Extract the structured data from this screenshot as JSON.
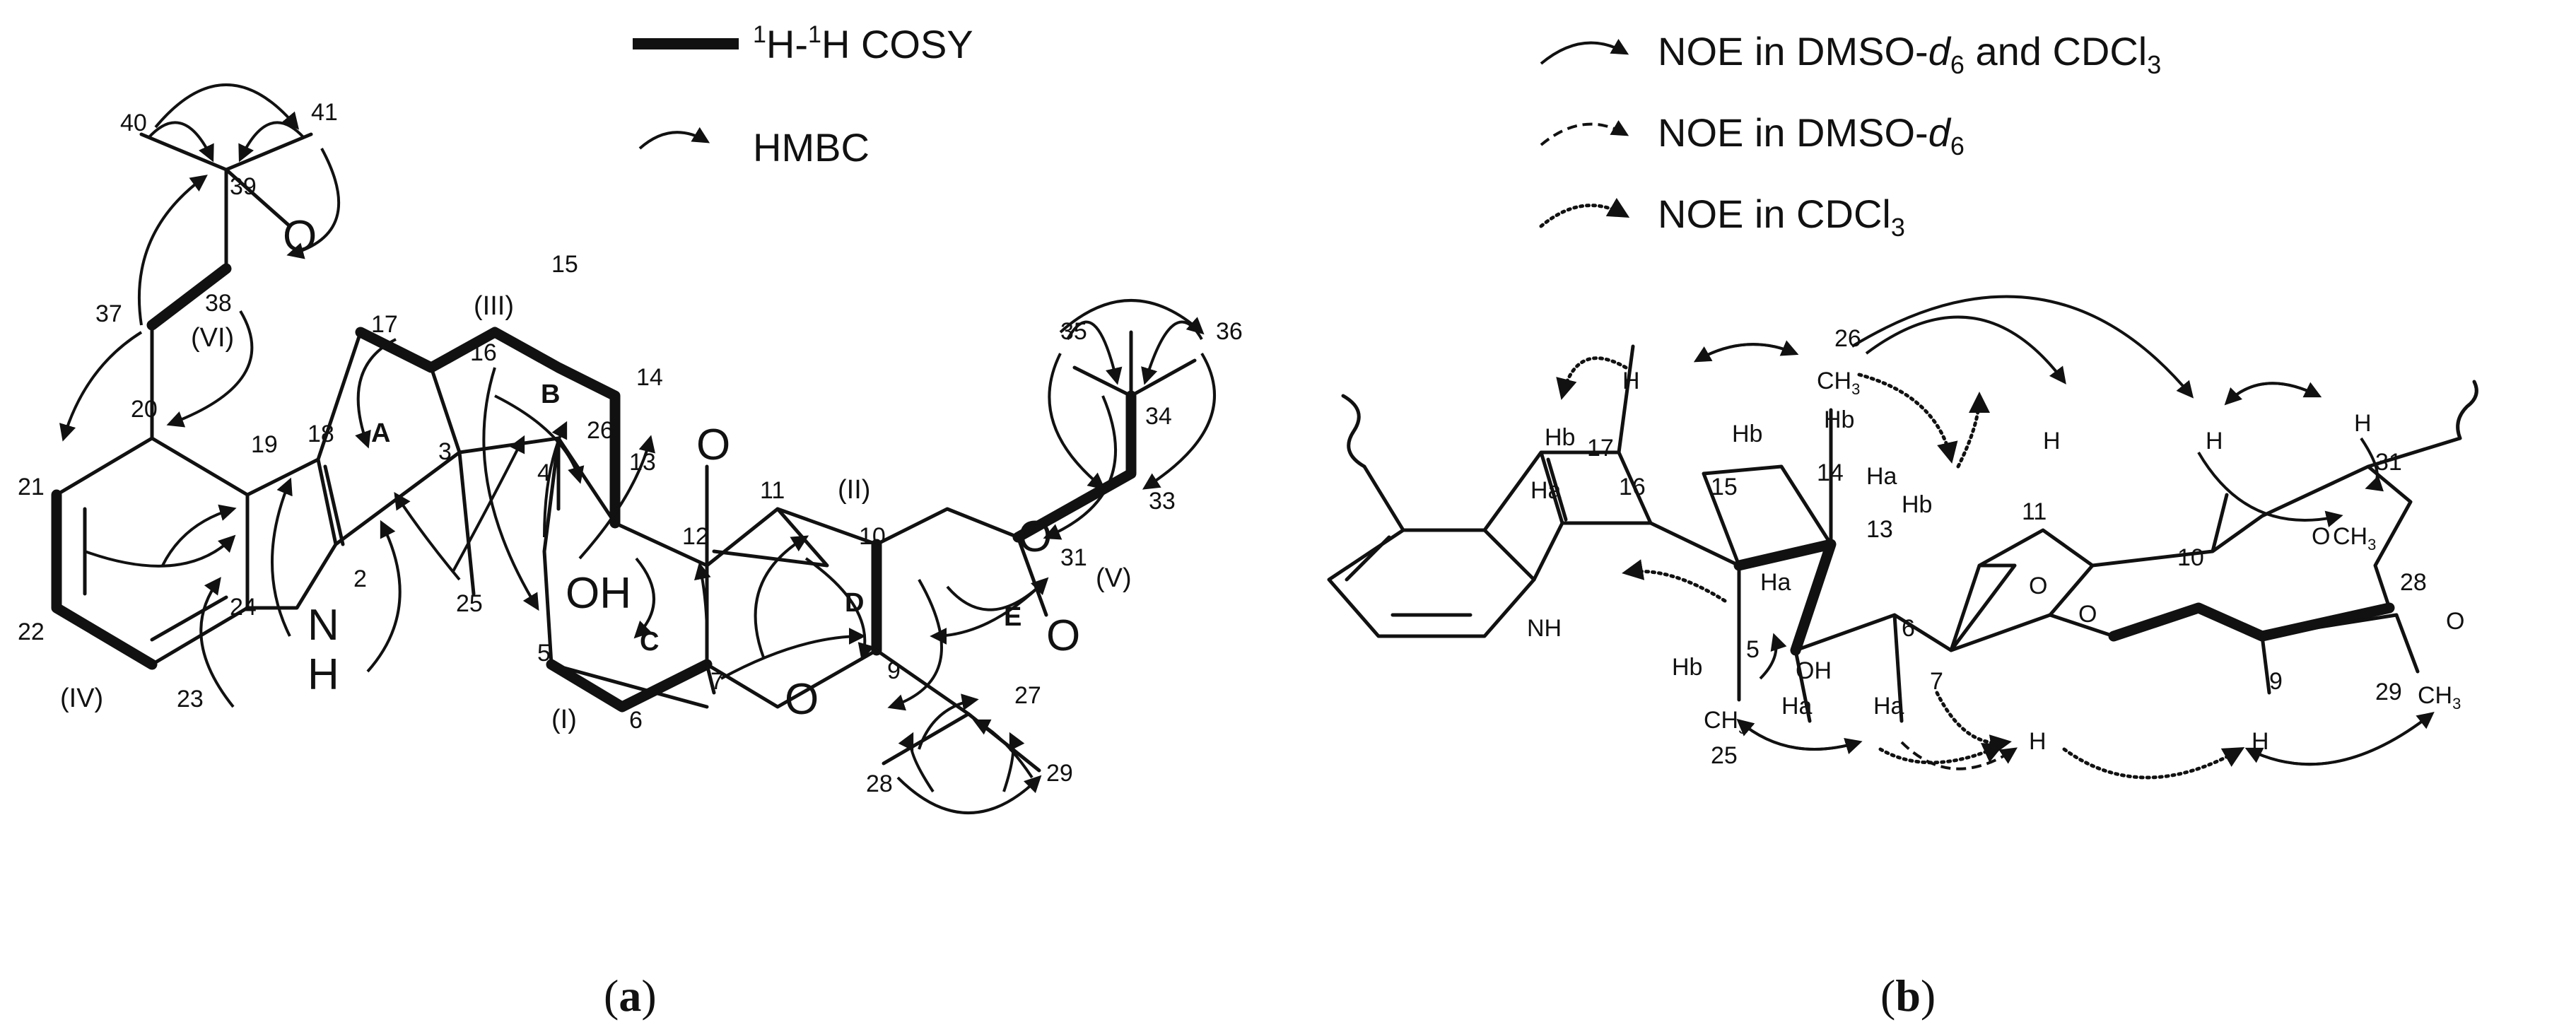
{
  "legend_a": {
    "cosy_prefix_sup": "1",
    "cosy_mid": "H-",
    "cosy_sup2": "1",
    "cosy_suffix": "H COSY",
    "hmbc": "HMBC"
  },
  "legend_b": {
    "solid_prefix": "NOE in DMSO-",
    "solid_d": "d",
    "solid_6": "6",
    "solid_mid": " and CDCl",
    "solid_3": "3",
    "dashed_prefix": "NOE in DMSO-",
    "dashed_d": "d",
    "dashed_6": "6",
    "dotted_prefix": "NOE in CDCl",
    "dotted_3": "3"
  },
  "panel_a": {
    "atoms": {
      "n40": "40",
      "n41": "41",
      "n39": "39",
      "o_epox": "O",
      "n37": "37",
      "n38": "38",
      "frag_vi": "(VI)",
      "n17": "17",
      "frag_iii": "(III)",
      "n15": "15",
      "n16": "16",
      "ring_b": "B",
      "n14": "14",
      "n20": "20",
      "n19": "19",
      "n18": "18",
      "ring_a": "A",
      "n21": "21",
      "n22": "22",
      "n24": "24",
      "n2": "2",
      "n3": "3",
      "n26": "26",
      "n4": "4",
      "n13": "13",
      "o_11": "O",
      "n11": "11",
      "frag_ii": "(II)",
      "n12": "12",
      "n10": "10",
      "ring_d": "D",
      "n25": "25",
      "oh": "OH",
      "nh_n": "N",
      "nh_h": "H",
      "frag_iv": "(IV)",
      "n23": "23",
      "n5": "5",
      "ring_c": "C",
      "n7": "7",
      "o_7": "O",
      "n9": "9",
      "frag_i": "(I)",
      "n6": "6",
      "n35": "35",
      "n36": "36",
      "n34": "34",
      "o_31": "O",
      "n31": "31",
      "n33": "33",
      "frag_v": "(V)",
      "ring_e": "E",
      "o_e": "O",
      "n27": "27",
      "n28": "28",
      "n29": "29"
    }
  },
  "panel_b": {
    "atoms": {
      "h16": "H",
      "c26": "26",
      "ch3_26": "CH",
      "ch3_26_sub": "3",
      "hb17": "Hb",
      "n17": "17",
      "ha17": "Ha",
      "n16": "16",
      "hb15": "Hb",
      "n15": "15",
      "hb14": "Hb",
      "n14": "14",
      "ha14": "Ha",
      "h_top": "H",
      "hb_13": "Hb",
      "n13": "13",
      "n11": "11",
      "o11": "O",
      "h10": "H",
      "n10": "10",
      "h31": "H",
      "n31": "31",
      "o_ring": "O",
      "ch3_31": "CH",
      "ch3_31_sub": "3",
      "n28": "28",
      "o_e": "O",
      "ch3_29": "CH",
      "ch3_29_sub": "3",
      "n29": "29",
      "nh": "NH",
      "ha15": "Ha",
      "hb5": "Hb",
      "n5": "5",
      "oh": "OH",
      "n6": "6",
      "n7": "7",
      "o7": "O",
      "n9": "9",
      "ch3_25": "CH",
      "ch3_25_sub": "3",
      "n25": "25",
      "ha5": "Ha",
      "ha6": "Ha",
      "h7": "H",
      "h9": "H"
    }
  },
  "captions": {
    "a_open": "(",
    "a_letter": "a",
    "a_close": ")",
    "b_open": "(",
    "b_letter": "b",
    "b_close": ")"
  }
}
